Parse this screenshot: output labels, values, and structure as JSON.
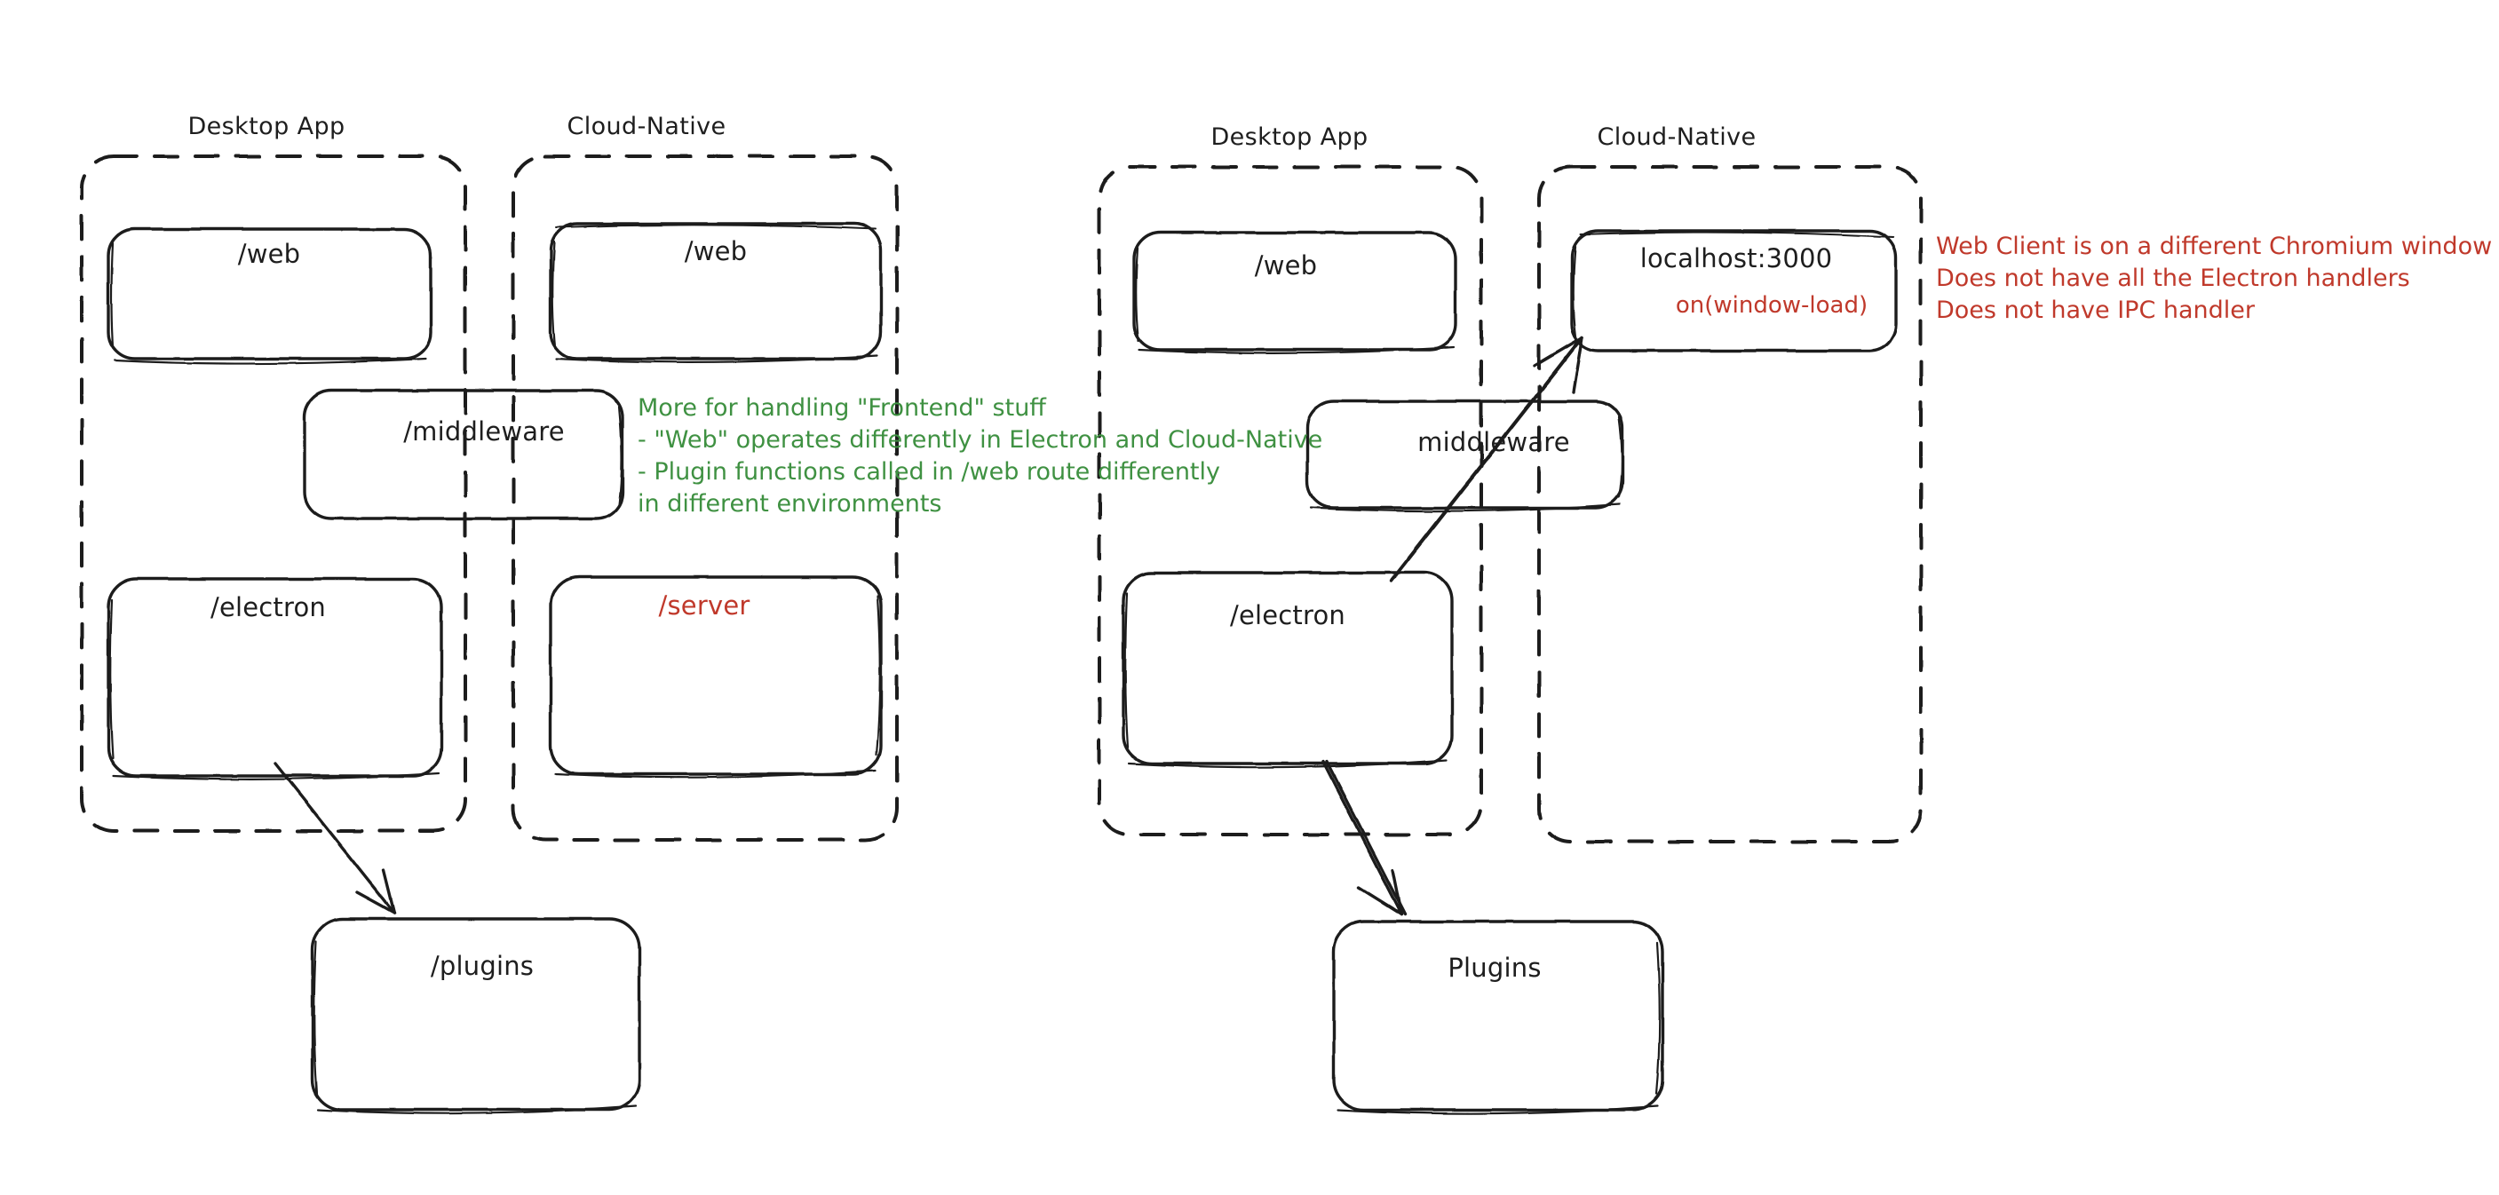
{
  "meta": {
    "diagram_title": "Desktop App vs Cloud-Native architecture comparison",
    "background": "#ffffff",
    "ink": "#1e1e1e",
    "accent_green": "#3f9142",
    "accent_red": "#c0392b"
  },
  "left_diagram": {
    "groups": [
      {
        "id": "left-desktop",
        "label": "Desktop App",
        "boxes": [
          {
            "id": "left-desktop-web",
            "label": "/web",
            "color": "#1e1e1e"
          },
          {
            "id": "left-desktop-electron",
            "label": "/electron",
            "color": "#1e1e1e"
          }
        ]
      },
      {
        "id": "left-cloud",
        "label": "Cloud-Native",
        "boxes": [
          {
            "id": "left-cloud-web",
            "label": "/web",
            "color": "#1e1e1e"
          },
          {
            "id": "left-cloud-server",
            "label": "/server",
            "color": "#c0392b"
          }
        ]
      }
    ],
    "shared_boxes": [
      {
        "id": "left-middleware",
        "label": "/middleware",
        "color": "#1e1e1e"
      },
      {
        "id": "left-plugins",
        "label": "/plugins",
        "color": "#1e1e1e"
      }
    ],
    "arrows": [
      {
        "id": "left-electron-to-plugins",
        "from": "left-desktop-electron",
        "to": "left-plugins"
      }
    ],
    "annotation": {
      "id": "left-note",
      "color": "#3f9142",
      "lines": [
        "More for handling \"Frontend\" stuff",
        "- \"Web\" operates differently in Electron and Cloud-Native",
        "- Plugin functions called in /web route differently",
        "in different environments"
      ]
    }
  },
  "right_diagram": {
    "groups": [
      {
        "id": "right-desktop",
        "label": "Desktop App",
        "boxes": [
          {
            "id": "right-desktop-web",
            "label": "/web",
            "color": "#1e1e1e"
          },
          {
            "id": "right-desktop-electron",
            "label": "/electron",
            "color": "#1e1e1e"
          }
        ]
      },
      {
        "id": "right-cloud",
        "label": "Cloud-Native",
        "boxes": [
          {
            "id": "right-cloud-localhost",
            "label": "localhost:3000",
            "color": "#1e1e1e",
            "sublabel": "on(window-load)",
            "sublabel_color": "#c0392b"
          }
        ]
      }
    ],
    "shared_boxes": [
      {
        "id": "right-middleware",
        "label": "middleware",
        "color": "#1e1e1e"
      },
      {
        "id": "right-plugins",
        "label": "Plugins",
        "color": "#1e1e1e"
      }
    ],
    "arrows": [
      {
        "id": "right-electron-to-localhost",
        "from": "right-desktop-electron",
        "to": "right-cloud-localhost"
      },
      {
        "id": "right-electron-to-plugins",
        "from": "right-desktop-electron",
        "to": "right-plugins"
      }
    ],
    "annotation": {
      "id": "right-note",
      "color": "#c0392b",
      "lines": [
        "Web Client is on a different Chromium window",
        "Does not have all the Electron handlers",
        "Does not have IPC handler"
      ]
    }
  }
}
